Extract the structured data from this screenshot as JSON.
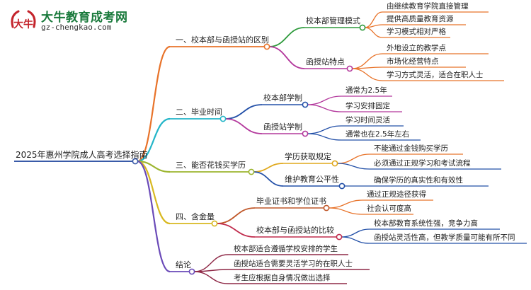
{
  "logo": {
    "title": "大牛教育成考网",
    "url": "gz-chengkao.com",
    "mark_text": "大牛"
  },
  "colors": {
    "root": "#3a5ba8",
    "branch1": "#e8732a",
    "branch2": "#23b5c8",
    "branch3": "#9cb52e",
    "branch4": "#d8b820",
    "branch5": "#6a4ab8",
    "sub_green": "#2e9a3c",
    "sub_violet": "#b3389c",
    "sub_navy": "#2350a8",
    "sub_gold": "#e0a81c",
    "sub_rust": "#c0582a",
    "sub_blue": "#3d86d8",
    "sub_crimson": "#c02b4c",
    "sub_maroon": "#8e2846"
  },
  "mindmap": {
    "root": "2025年惠州学院成人高考选择指南",
    "branches": [
      {
        "label": "一、校本部与函授站的区别",
        "children": [
          {
            "label": "校本部管理模式",
            "children": [
              "由继续教育学院直接管理",
              "提供高质量教育资源",
              "学习模式相对严格"
            ]
          },
          {
            "label": "函授站特点",
            "children": [
              "外地设立的教学点",
              "市场化经营特点",
              "学习方式灵活，适合在职人士"
            ]
          }
        ]
      },
      {
        "label": "二、毕业时间",
        "children": [
          {
            "label": "校本部学制",
            "children": [
              "通常为2.5年",
              "学习安排固定"
            ]
          },
          {
            "label": "函授站学制",
            "children": [
              "学习时间灵活",
              "通常也在2.5年左右"
            ]
          }
        ]
      },
      {
        "label": "三、能否花钱买学历",
        "children": [
          {
            "label": "学历获取规定",
            "children": [
              "不能通过金钱购买学历",
              "必须通过正规学习和考试流程"
            ]
          },
          {
            "label": "维护教育公平性",
            "children": [
              "确保学历的真实性和有效性"
            ]
          }
        ]
      },
      {
        "label": "四、含金量",
        "children": [
          {
            "label": "毕业证书和学位证书",
            "children": [
              "通过正规途径获得",
              "社会认可度高"
            ]
          },
          {
            "label": "校本部与函授站的比较",
            "children": [
              "校本部教育系统性强，竞争力高",
              "函授站灵活性高，但教学质量可能有所不同"
            ]
          }
        ]
      },
      {
        "label": "结论",
        "children": [
          "校本部适合遵循学校安排的学生",
          "函授站适合需要灵活学习的在职人士",
          "考生应根据自身情况做出选择"
        ]
      }
    ]
  }
}
